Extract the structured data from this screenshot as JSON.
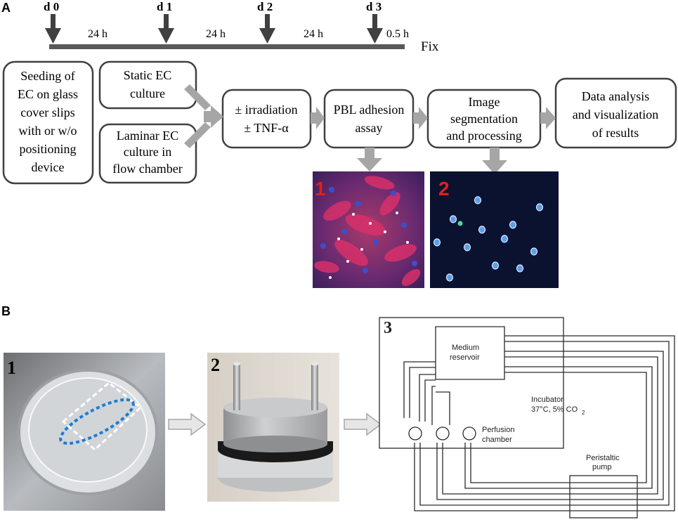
{
  "panel_a": {
    "label": "A",
    "timeline": {
      "days": [
        "d 0",
        "d 1",
        "d 2",
        "d 3"
      ],
      "intervals": [
        "24 h",
        "24 h",
        "24 h",
        "0.5 h"
      ],
      "end_label": "Fix"
    },
    "boxes": {
      "seeding": [
        "Seeding of",
        "EC on glass",
        "cover slips",
        "with or w/o",
        "positioning",
        "device"
      ],
      "static": [
        "Static EC",
        "culture"
      ],
      "laminar": [
        "Laminar EC",
        "culture in",
        "flow chamber"
      ],
      "irradiation": [
        "± irradiation",
        "± TNF-α"
      ],
      "pbl": [
        "PBL adhesion",
        "assay"
      ],
      "image": [
        "Image",
        "segmentation",
        "and processing"
      ],
      "data": [
        "Data analysis",
        "and visualization",
        "of results"
      ]
    },
    "micro_labels": [
      "1",
      "2"
    ]
  },
  "panel_b": {
    "label": "B",
    "photo_labels": [
      "1",
      "2"
    ],
    "schematic": {
      "label": "3",
      "reservoir": [
        "Medium",
        "reservoir"
      ],
      "incubator": [
        "Incubator",
        "37°C, 5% CO",
        "2"
      ],
      "perfusion": [
        "Perfusion",
        "chamber"
      ],
      "pump": [
        "Peristaltic",
        "pump"
      ]
    }
  },
  "colors": {
    "arrow_dark": "#404040",
    "arrow_grey": "#a6a6a6",
    "micro_label_red": "#e0211b",
    "box_border": "#404040"
  }
}
